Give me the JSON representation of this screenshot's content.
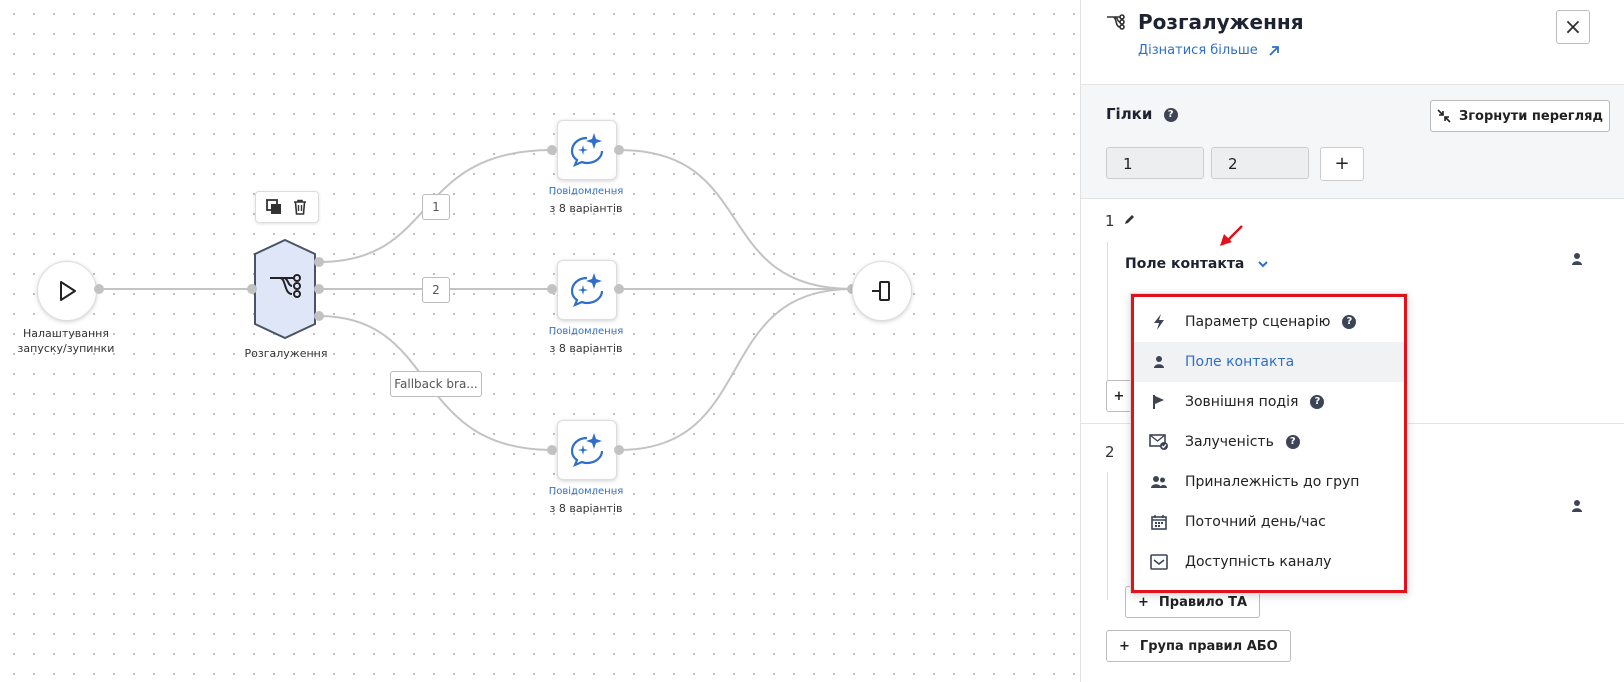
{
  "canvas": {
    "start_label": "Налаштування запуску/зупинки",
    "split_label": "Розгалуження",
    "messages": [
      {
        "title": "Повідомлення",
        "subtitle": "з 8 варіантів"
      },
      {
        "title": "Повідомлення",
        "subtitle": "з 8 варіантів"
      },
      {
        "title": "Повідомлення",
        "subtitle": "з 8 варіантів"
      }
    ],
    "edge_labels": [
      "1",
      "2",
      "Fallback bra..."
    ]
  },
  "panel": {
    "title": "Розгалуження",
    "learn_more": "Дізнатися більше",
    "close_glyph": "×",
    "branches_title": "Гілки",
    "help_glyph": "?",
    "collapse_label": "Згорнути перегляд",
    "tabs": [
      "1",
      "2"
    ],
    "add_tab": "+",
    "branch1_num": "1",
    "branch2_num": "2",
    "rule_field": "Поле контакта",
    "plus": "+",
    "add_rule_and": "Правило ТА",
    "add_group_or": "Група правил АБО"
  },
  "dropdown": {
    "items": [
      {
        "label": "Параметр сценарію",
        "icon": "bolt-icon",
        "help": true
      },
      {
        "label": "Поле контакта",
        "icon": "person-icon",
        "help": false,
        "selected": true
      },
      {
        "label": "Зовнішня подія",
        "icon": "flag-icon",
        "help": true
      },
      {
        "label": "Залученість",
        "icon": "envelope-check-icon",
        "help": true
      },
      {
        "label": "Приналежність до груп",
        "icon": "people-icon",
        "help": false
      },
      {
        "label": "Поточний день/час",
        "icon": "calendar-icon",
        "help": false
      },
      {
        "label": "Доступність каналу",
        "icon": "inbox-icon",
        "help": false
      }
    ]
  },
  "colors": {
    "accent_blue": "#2f6fcc",
    "highlight_red": "#e1121b",
    "node_fill": "#dfe6f7",
    "node_stroke": "#4a5468"
  }
}
